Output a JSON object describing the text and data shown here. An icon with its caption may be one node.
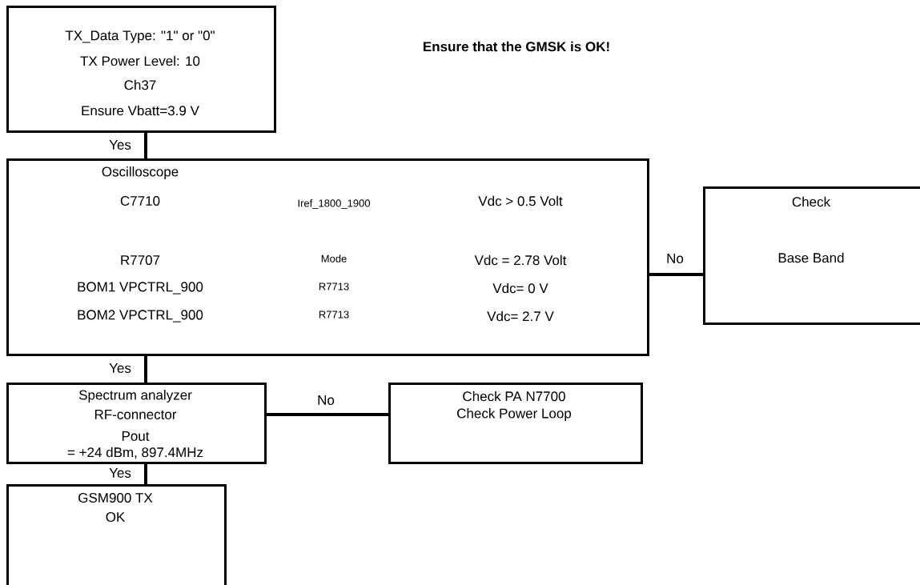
{
  "diagram": {
    "nodes": [
      {
        "text": [
          "TX_Data Type: \"1\" or \"0\"",
          "TX Power Level: 10",
          "Ch37",
          "Ensure Vbatt=3.9 V"
        ]
      },
      {
        "text": [
          "Oscilloscope",
          "C7710",
          "Iref_1800_1900",
          "Vdc >    0.5 Volt",
          "R7707",
          "Mode",
          "Vdc =    2.78 Volt",
          "BOM1 VPCTRL_900",
          "R7713",
          "Vdc= 0 V",
          "BOM2 VPCTRL_900",
          "R7713",
          "Vdc= 2.7 V"
        ]
      },
      {
        "text": [
          "Check",
          "Base Band"
        ]
      },
      {
        "text": [
          "Spectrum analyzer",
          "RF-connector",
          "Pout",
          "=  +24 dBm, 897.4MHz"
        ]
      },
      {
        "text": [
          "Check PA N7700",
          "Check Power Loop"
        ]
      },
      {
        "text": [
          "GSM900 TX",
          "OK"
        ]
      }
    ],
    "edges": [
      {
        "from": 0,
        "to": 1,
        "arrow": "none",
        "label": "Yes"
      },
      {
        "from": 1,
        "to": 2,
        "arrow": "none",
        "label": "No"
      },
      {
        "from": 1,
        "to": 3,
        "arrow": "none",
        "label": "Yes"
      },
      {
        "from": 3,
        "to": 4,
        "arrow": "none",
        "label": "No"
      },
      {
        "from": 3,
        "to": 5,
        "arrow": "none",
        "label": "Yes"
      }
    ],
    "labels": [
      "Ensure that the GMSK is OK!"
    ]
  }
}
